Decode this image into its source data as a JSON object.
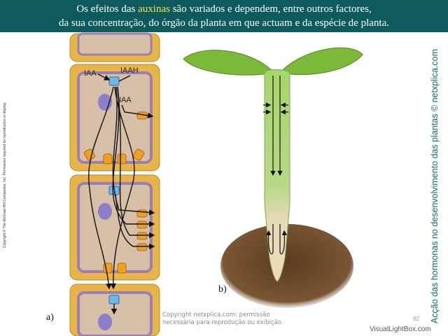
{
  "header": {
    "line1_pre": "Os efeitos das ",
    "line1_highlight": "auxinas",
    "line1_post": " são variados e dependem, entre outros factores,",
    "line2": "da sua concentração, do órgão da planta em que actuam e da espécie de planta."
  },
  "copyright_left": "Copyright © The McGraw-Hill Companies, Inc. Permission required for reproduction or display.",
  "side_title": "Acção das hormonas no desenvolvimento das plantas © netxplica.com",
  "diagram": {
    "cell_labels": {
      "iaa_outside": "IAA",
      "iaah": "IAAH",
      "iaa_inside": "IAA"
    },
    "label_a": "a)",
    "label_b": "b)"
  },
  "footer": {
    "watermark_line1": "Copyright netxplica.com: permissão",
    "watermark_line2": "necessária para reprodução ou exibição.",
    "page_number": "82",
    "visuallightbox": "VisualLightBox.com"
  },
  "colors": {
    "header_bg": "#0e5b5e",
    "highlight": "#f2e35a",
    "side_title": "#0e6a70",
    "cell_wall": "#e7b44a",
    "stem": "#9ccf5f",
    "soil": "#6b4a2a"
  }
}
